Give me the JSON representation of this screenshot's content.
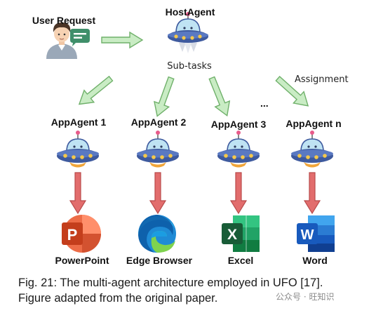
{
  "user_request": {
    "label": "User Request"
  },
  "host_agent": {
    "label": "HostAgent",
    "subtasks_label": "Sub-tasks"
  },
  "assignment_label": "Assignment",
  "ellipsis": "...",
  "app_agents": [
    {
      "label": "AppAgent 1",
      "app": "PowerPoint",
      "icon": "powerpoint-icon",
      "icon_letter": "P"
    },
    {
      "label": "AppAgent 2",
      "app": "Edge Browser",
      "icon": "edge-browser-icon",
      "icon_letter": ""
    },
    {
      "label": "AppAgent 3",
      "app": "Excel",
      "icon": "excel-icon",
      "icon_letter": "X"
    },
    {
      "label": "AppAgent n",
      "app": "Word",
      "icon": "word-icon",
      "icon_letter": "W"
    }
  ],
  "caption": {
    "line1": "Fig. 21: The multi-agent architecture employed in UFO [17].",
    "line2": "Figure adapted from the original paper."
  },
  "watermark": "公众号 · 旺知识",
  "colors": {
    "green_arrow_fill": "#c9ecc4",
    "green_arrow_stroke": "#6fb06a",
    "red_arrow_fill": "#e26d6d",
    "red_arrow_stroke": "#b94b4b",
    "ufo_body": "#3e5a9e",
    "ufo_dome": "#bfe3f3",
    "ufo_lights": "#f5c84a",
    "ufo_antenna": "#e85b8a",
    "powerpoint": "#d24726",
    "edge": "#1f8bd6",
    "excel": "#1d7044",
    "word": "#2b5fb8"
  }
}
